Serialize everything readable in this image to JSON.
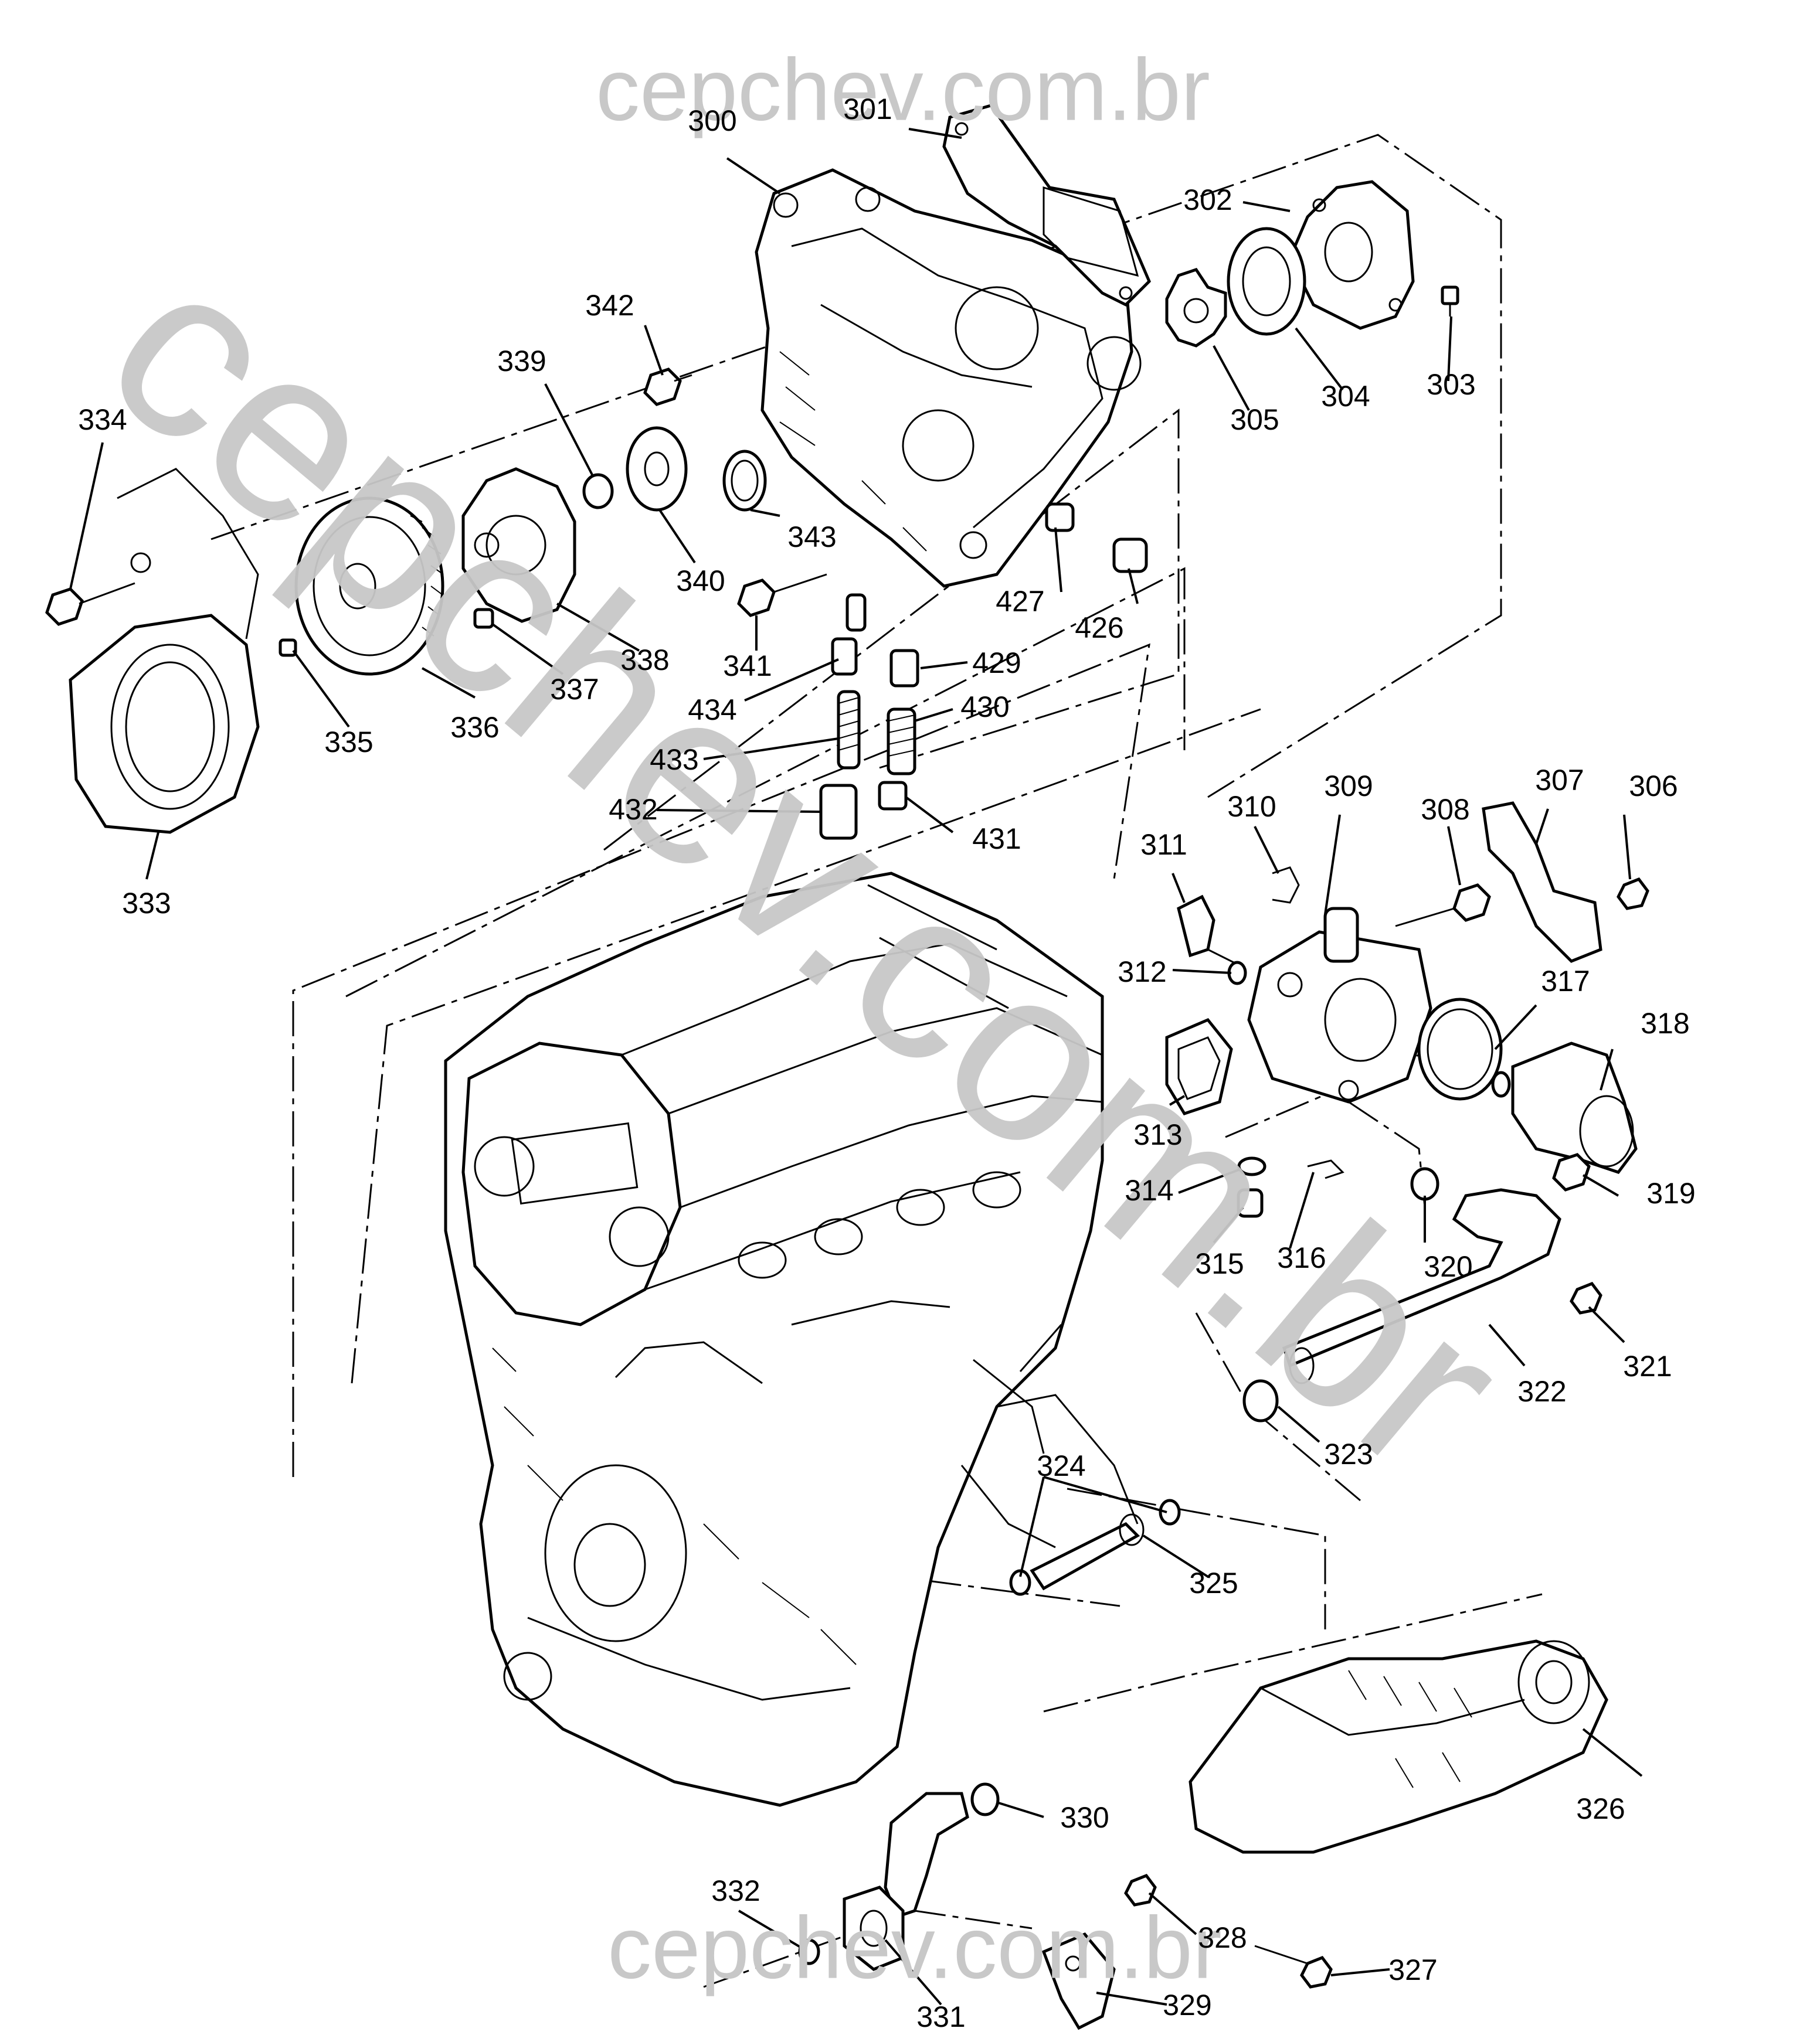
{
  "watermark": {
    "top": "cepchev.com.br",
    "bottom": "cepchev.com.br",
    "diagonal": "cepchev.com.br",
    "color": "#c8c8c8"
  },
  "labels": [
    {
      "id": "300",
      "text": "300"
    },
    {
      "id": "301",
      "text": "301"
    },
    {
      "id": "302",
      "text": "302"
    },
    {
      "id": "303",
      "text": "303"
    },
    {
      "id": "304",
      "text": "304"
    },
    {
      "id": "305",
      "text": "305"
    },
    {
      "id": "306",
      "text": "306"
    },
    {
      "id": "307",
      "text": "307"
    },
    {
      "id": "308",
      "text": "308"
    },
    {
      "id": "309",
      "text": "309"
    },
    {
      "id": "310",
      "text": "310"
    },
    {
      "id": "311",
      "text": "311"
    },
    {
      "id": "312",
      "text": "312"
    },
    {
      "id": "313",
      "text": "313"
    },
    {
      "id": "314",
      "text": "314"
    },
    {
      "id": "315",
      "text": "315"
    },
    {
      "id": "316",
      "text": "316"
    },
    {
      "id": "317",
      "text": "317"
    },
    {
      "id": "318",
      "text": "318"
    },
    {
      "id": "319",
      "text": "319"
    },
    {
      "id": "320",
      "text": "320"
    },
    {
      "id": "321",
      "text": "321"
    },
    {
      "id": "322",
      "text": "322"
    },
    {
      "id": "323",
      "text": "323"
    },
    {
      "id": "324",
      "text": "324"
    },
    {
      "id": "325",
      "text": "325"
    },
    {
      "id": "326",
      "text": "326"
    },
    {
      "id": "327",
      "text": "327"
    },
    {
      "id": "328",
      "text": "328"
    },
    {
      "id": "329",
      "text": "329"
    },
    {
      "id": "330",
      "text": "330"
    },
    {
      "id": "331",
      "text": "331"
    },
    {
      "id": "332",
      "text": "332"
    },
    {
      "id": "333",
      "text": "333"
    },
    {
      "id": "334",
      "text": "334"
    },
    {
      "id": "335",
      "text": "335"
    },
    {
      "id": "336",
      "text": "336"
    },
    {
      "id": "337",
      "text": "337"
    },
    {
      "id": "338",
      "text": "338"
    },
    {
      "id": "339",
      "text": "339"
    },
    {
      "id": "340",
      "text": "340"
    },
    {
      "id": "341",
      "text": "341"
    },
    {
      "id": "342",
      "text": "342"
    },
    {
      "id": "343",
      "text": "343"
    },
    {
      "id": "426",
      "text": "426"
    },
    {
      "id": "427",
      "text": "427"
    },
    {
      "id": "429",
      "text": "429"
    },
    {
      "id": "430",
      "text": "430"
    },
    {
      "id": "431",
      "text": "431"
    },
    {
      "id": "432",
      "text": "432"
    },
    {
      "id": "433",
      "text": "433"
    },
    {
      "id": "434",
      "text": "434"
    }
  ]
}
